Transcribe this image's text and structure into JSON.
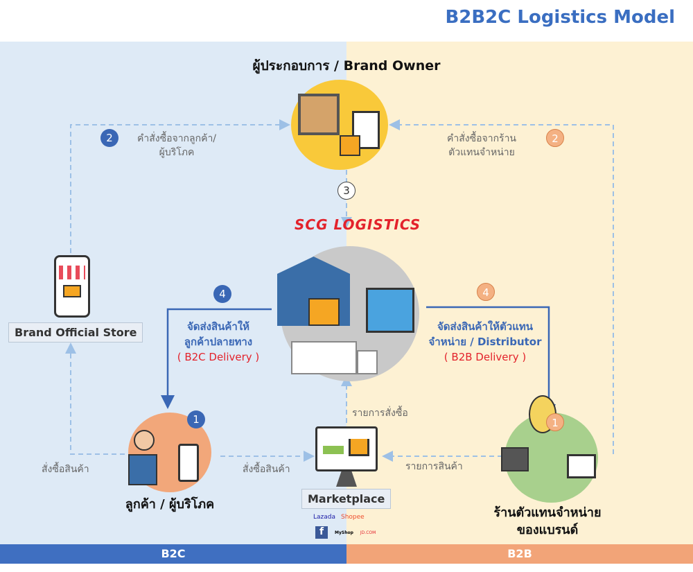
{
  "title": "B2B2C Logistics Model",
  "brand_owner": "ผู้ประกอบการ / Brand Owner",
  "logistics_logo": "SCG LOGISTICS",
  "steps": {
    "left_2": {
      "num": "2",
      "text1": "คำสั่งซื้อจากลูกค้า/",
      "text2": "ผู้บริโภค"
    },
    "right_2": {
      "num": "2",
      "text1": "คำสั่งซื้อจากร้าน",
      "text2": "ตัวแทนจำหน่าย"
    },
    "center_3": {
      "num": "3"
    },
    "left_4": {
      "num": "4",
      "text1": "จัดส่งสินค้าให้",
      "text2": "ลูกค้าปลายทาง",
      "text3": "( B2C Delivery )"
    },
    "right_4": {
      "num": "4",
      "text1": "จัดส่งสินค้าให้ตัวแทน",
      "text2": "จำหน่าย / Distributor",
      "text3": "( B2B Delivery )"
    },
    "left_1": {
      "num": "1"
    },
    "right_1": {
      "num": "1"
    }
  },
  "brand_store": "Brand Official Store",
  "marketplace": {
    "label": "Marketplace",
    "platforms": [
      "Lazada",
      "Shopee",
      "f",
      "MyShop",
      "JD.COM"
    ]
  },
  "customer": "ลูกค้า / ผู้บริโภค",
  "retailer1": "ร้านตัวแทนจำหน่าย",
  "retailer2": "ของแบรนด์",
  "edges": {
    "buy_left": "สั่งซื้อสินค้า",
    "buy_center": "สั่งซื้อสินค้า",
    "order_list": "รายการสั่งซื้อ",
    "product_list": "รายการสินค้า"
  },
  "footer": {
    "left": "B2C",
    "right": "B2B"
  },
  "colors": {
    "blue": "#3a67b5",
    "orange": "#f4b183",
    "left_bg": "#deeaf6",
    "right_bg": "#fdf1d3"
  }
}
